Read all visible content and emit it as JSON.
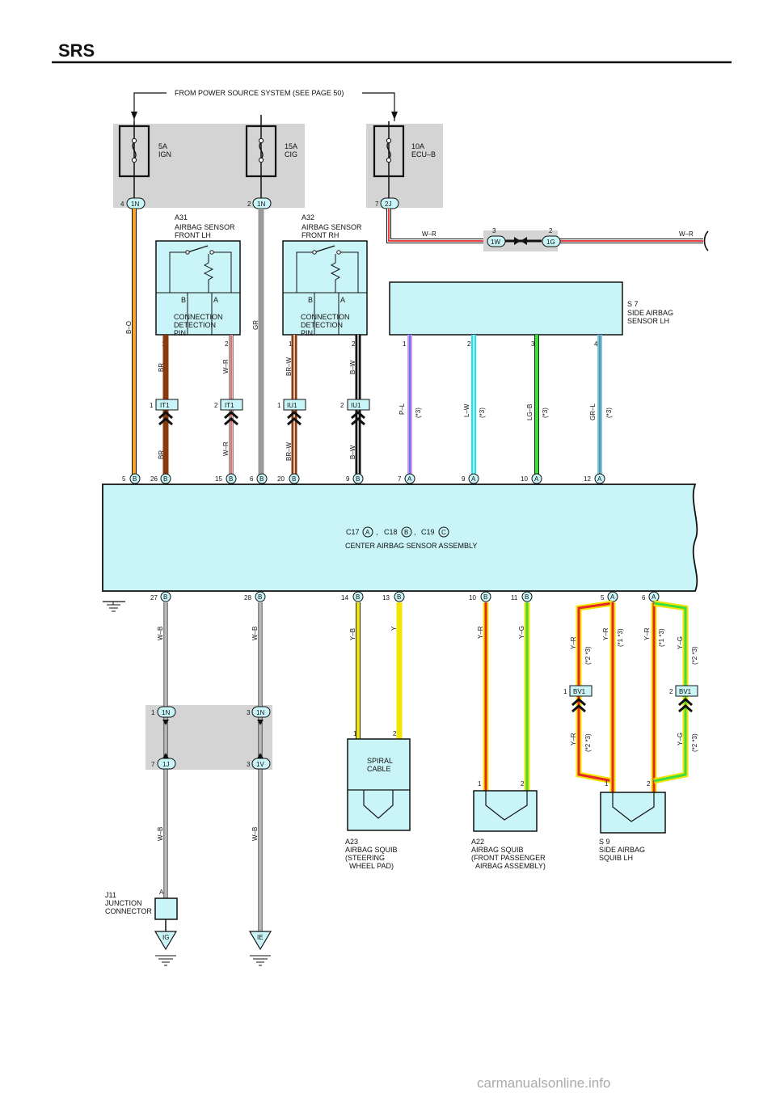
{
  "title": "SRS",
  "power_note": "FROM POWER SOURCE SYSTEM (SEE PAGE 50)",
  "fuses": [
    {
      "amp": "5A",
      "name": "IGN"
    },
    {
      "amp": "15A",
      "name": "CIG"
    },
    {
      "amp": "10A",
      "name": "ECU–B"
    }
  ],
  "sensor_lh": {
    "code": "A31",
    "l1": "AIRBAG SENSOR",
    "l2": "FRONT LH"
  },
  "sensor_rh": {
    "code": "A32",
    "l1": "AIRBAG SENSOR",
    "l2": "FRONT RH"
  },
  "conn_pin": {
    "l1": "CONNECTION",
    "l2": "DETECTION",
    "l3": "PIN",
    "b": "B",
    "a": "A"
  },
  "side_sensor": {
    "code": "S 7",
    "l1": "SIDE AIRBAG",
    "l2": "SENSOR LH"
  },
  "center": {
    "c17": "C17",
    "a": "A",
    "c18": "C18",
    "b": "B",
    "c19": "C19",
    "c": "C",
    "sep": ",",
    "name": "CENTER AIRBAG SENSOR ASSEMBLY"
  },
  "spiral": {
    "l1": "SPIRAL",
    "l2": "CABLE"
  },
  "squib_a23": {
    "code": "A23",
    "l1": "AIRBAG SQUIB",
    "l2": "(STEERING",
    "l3": "WHEEL PAD)"
  },
  "squib_a22": {
    "code": "A22",
    "l1": "AIRBAG SQUIB",
    "l2": "(FRONT PASSENGER",
    "l3": "AIRBAG ASSEMBLY)"
  },
  "squib_s9": {
    "code": "S 9",
    "l1": "SIDE AIRBAG",
    "l2": "SQUIB LH"
  },
  "junction": {
    "code": "J11",
    "l1": "JUNCTION",
    "l2": "CONNECTOR",
    "pin": "A"
  },
  "grounds": {
    "ig": "IG",
    "ie": "IE"
  },
  "connectors": {
    "n1": "1N",
    "j2": "2J",
    "w1": "1W",
    "g1": "1G",
    "it1": "IT1",
    "iu1": "IU1",
    "bv1": "BV1",
    "j1": "1J",
    "v1": "1V",
    "a": "A",
    "b": "B"
  },
  "pins": {
    "p1": "1",
    "p2": "2",
    "p3": "3",
    "p4": "4",
    "p5": "5",
    "p6": "6",
    "p7": "7",
    "p9": "9",
    "p10": "10",
    "p11": "11",
    "p12": "12",
    "p13": "13",
    "p14": "14",
    "p15": "15",
    "p20": "20",
    "p26": "26",
    "p27": "27",
    "p28": "28"
  },
  "wires": {
    "wr": "W–R",
    "bo": "B–O",
    "gr": "GR",
    "br": "BR",
    "brw": "BR–W",
    "bw": "B–W",
    "pl": "P–L",
    "lw": "L–W",
    "lgb": "LG–B",
    "grl": "GR–L",
    "wb": "W–B",
    "yb": "Y–B",
    "y": "Y",
    "yr": "Y–R",
    "yg": "Y–G"
  },
  "notes": {
    "n3": "(*3)",
    "n23": "(*2 *3)",
    "n13": "(*1 *3)"
  },
  "watermark": "carmanualsonline.info",
  "colors": {
    "connector_fill": "#c9f5f8",
    "shade": "#d4d4d4",
    "orange": "#f5a623",
    "gray": "#9a9a9a",
    "brown": "#8b3a0f",
    "red": "#e8262a",
    "black": "#111111",
    "violet": "#c79cf0",
    "cyan": "#19e3f0",
    "green": "#3fdc3f",
    "teal": "#7fc8c8",
    "yellow": "#f4e500"
  }
}
